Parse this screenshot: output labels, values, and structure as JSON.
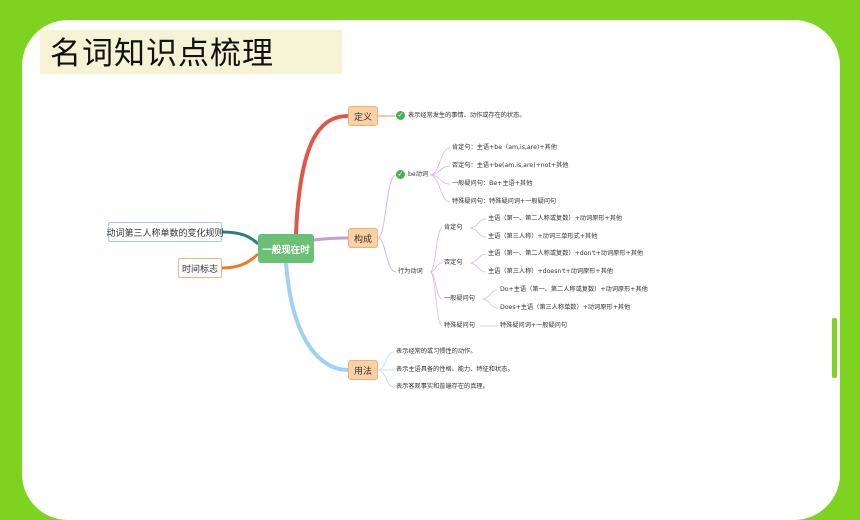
{
  "page": {
    "title": "名词知识点梳理"
  },
  "mindmap": {
    "center": "一般现在时",
    "left": [
      "动词第三人称单数的变化规则",
      "时间标志"
    ],
    "branches": {
      "definition": {
        "label": "定义",
        "text": "表示经常发生的事情、动作或存在的状态。"
      },
      "structure": {
        "label": "构成",
        "be_verb": {
          "label": "be动词",
          "items": [
            "肯定句：主语+be（am,is,are)+其他",
            "否定句：主语+be(am,is,are)+not+其他",
            "一般疑问句：Be+主语+其他",
            "特殊疑问句：特殊疑问词+一般疑问句"
          ]
        },
        "action_verb": {
          "label": "行为动词",
          "affirmative": {
            "label": "肯定句",
            "items": [
              "主语（第一、第二人称或复数）+动词原形+其他",
              "主语（第三人称）+动词三单形式+其他"
            ]
          },
          "negative": {
            "label": "否定句",
            "items": [
              "主语（第一、第二人称或复数）+don't+动词原形+其他",
              "主语（第三人称）+doesn't+动词原形+其他"
            ]
          },
          "general_question": {
            "label": "一般疑问句",
            "items": [
              "Do+主语（第一、第二人称或复数）+动词原形+其他",
              "Does+主语（第三人称单数）+动词原形+其他"
            ]
          },
          "special_question": {
            "label": "特殊疑问句",
            "text": "特殊疑问词+一般疑问句"
          }
        }
      },
      "usage": {
        "label": "用法",
        "items": [
          "表示经常的或习惯性的动作。",
          "表示主语具备的性格、能力、特征和状态。",
          "表示客观事实和普遍存在的真理。"
        ]
      }
    }
  },
  "colors": {
    "background": "#7ed321",
    "center_node": "#6cc076",
    "branch_node": "#fbd2a5",
    "line_definition": "#e0574a",
    "line_structure": "#c99bdc",
    "line_usage": "#9fd1f2",
    "line_left_top": "#2a7f86",
    "line_left_bottom": "#ef7a25"
  }
}
